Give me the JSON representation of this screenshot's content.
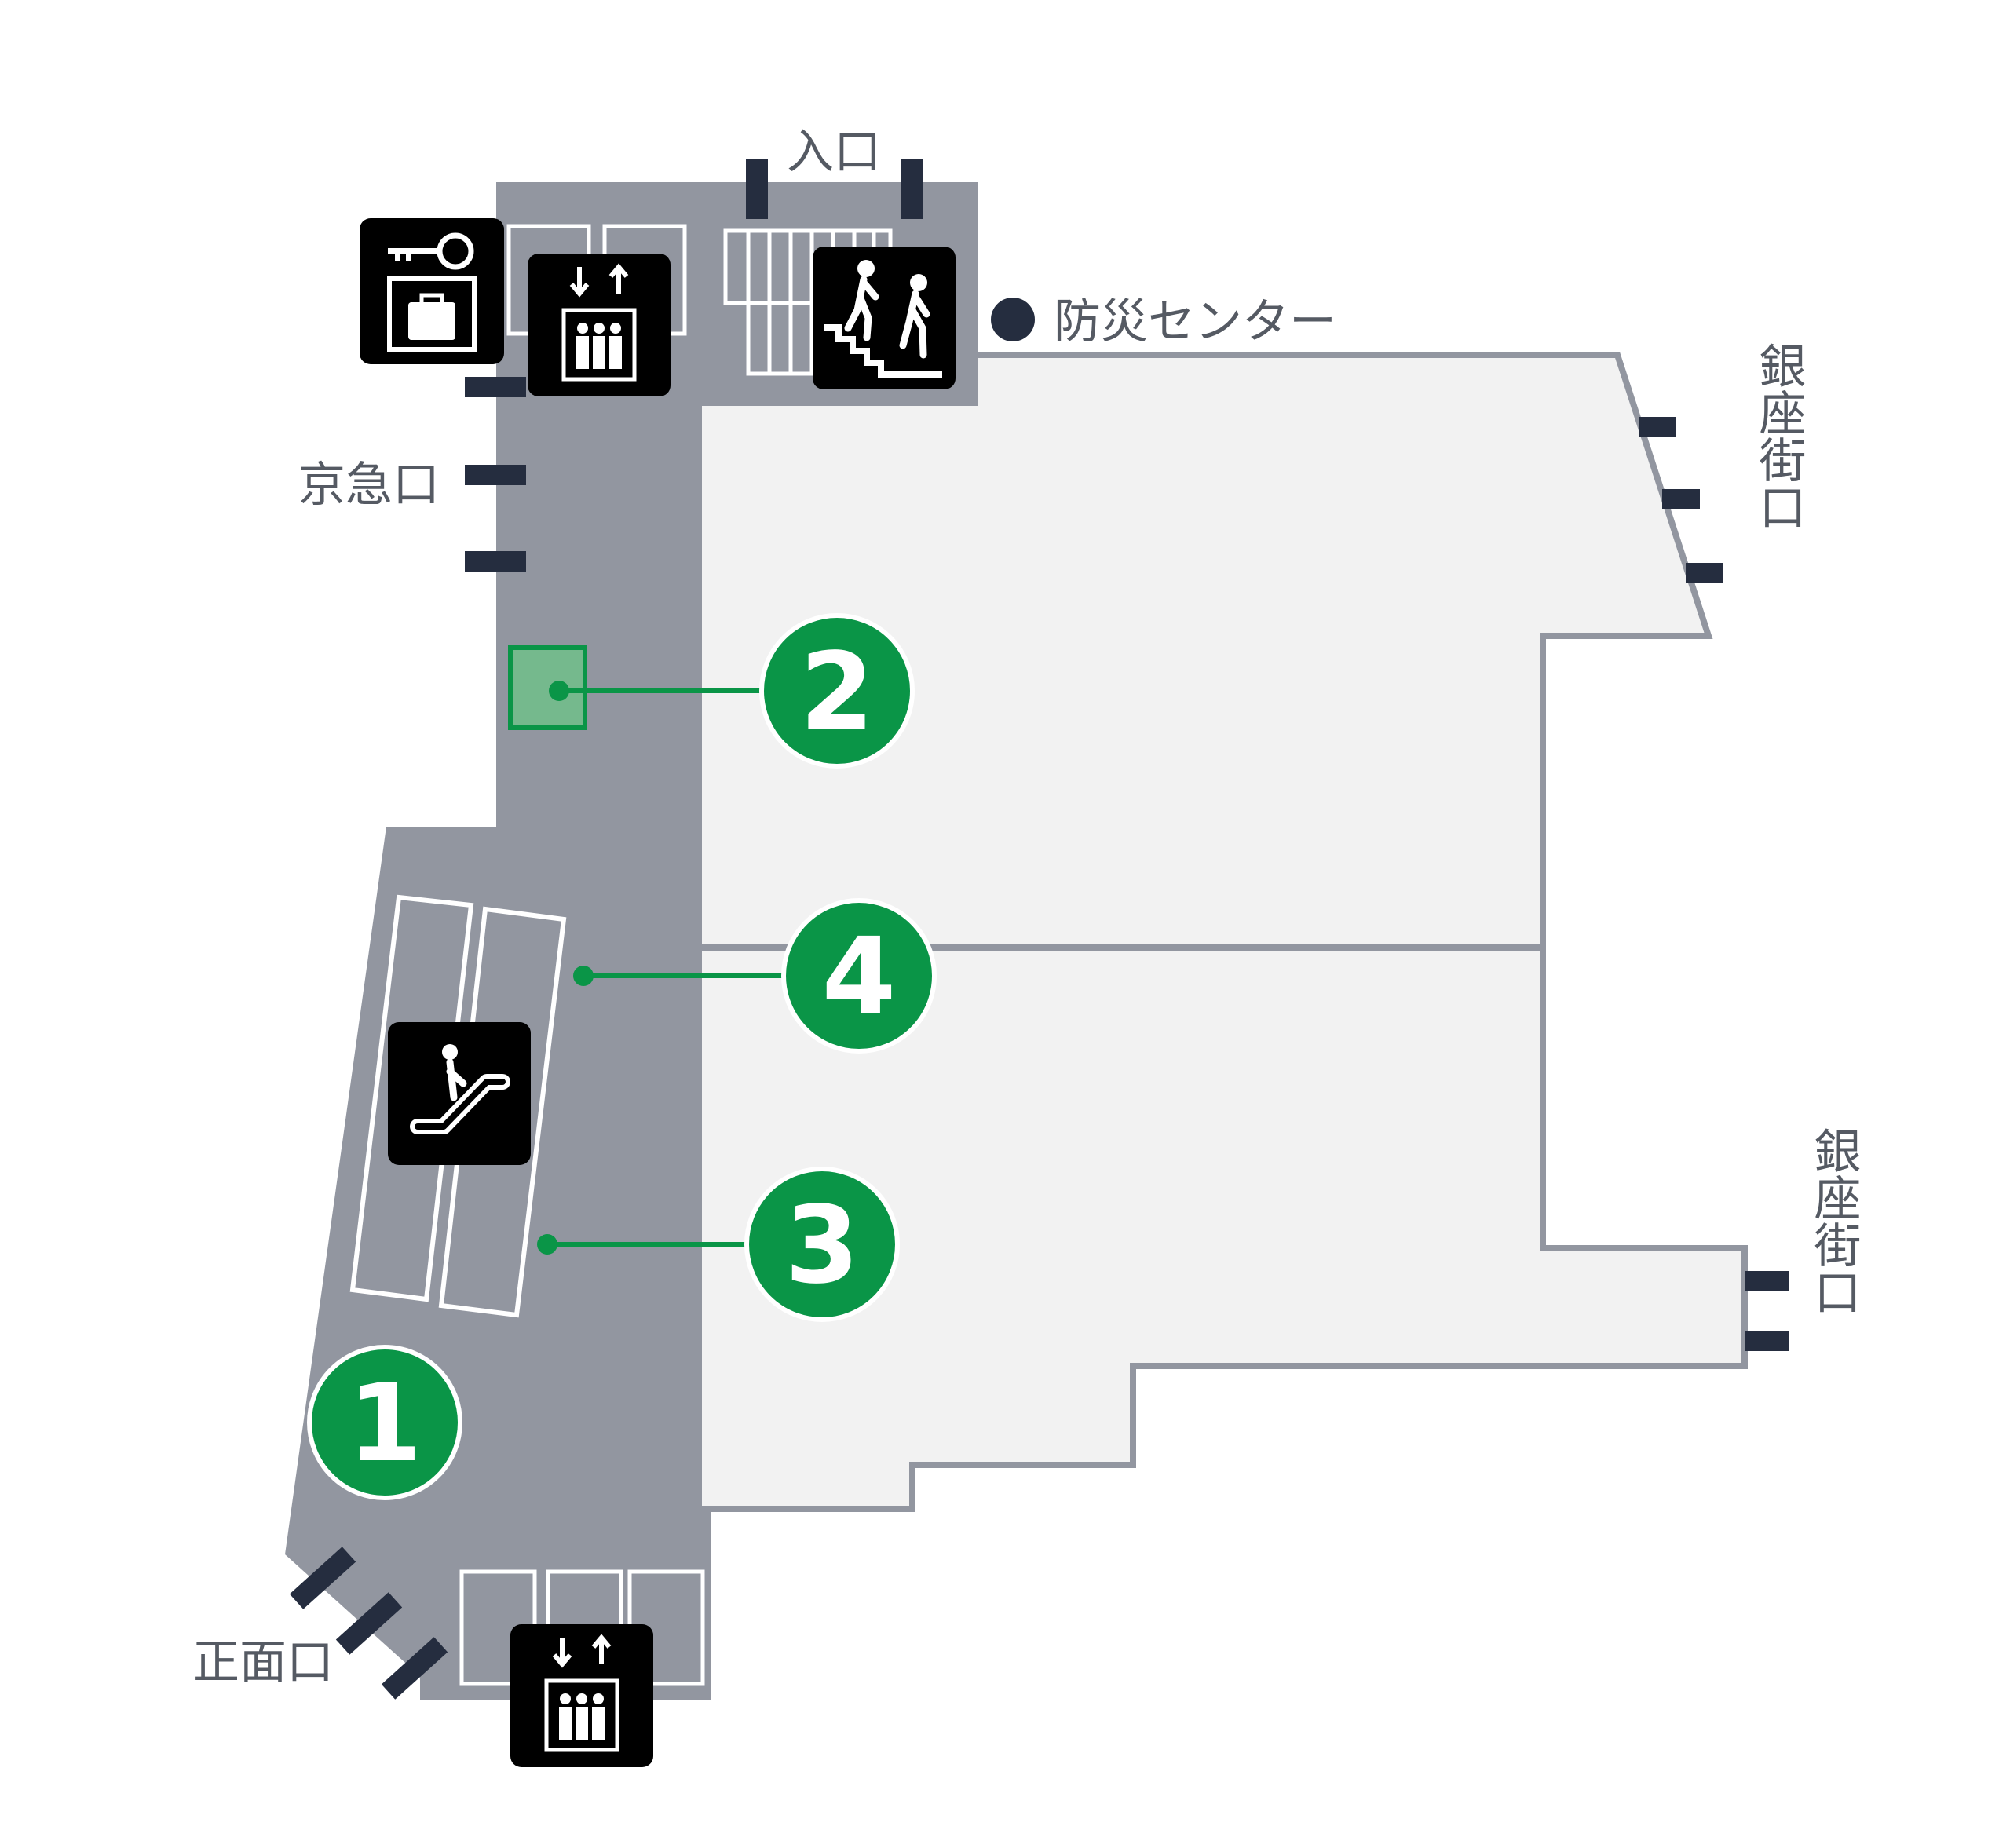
{
  "labels": {
    "entrance_top": "入口",
    "disaster_center": "防災センター",
    "keikyu_exit": "京急口",
    "ginza_exit_upper": "銀座街口",
    "ginza_exit_lower": "銀座街口",
    "front_exit": "正面口"
  },
  "markers": [
    {
      "id": "1",
      "label": "1"
    },
    {
      "id": "2",
      "label": "2"
    },
    {
      "id": "3",
      "label": "3"
    },
    {
      "id": "4",
      "label": "4"
    }
  ],
  "icons": [
    "coin-locker-icon",
    "elevator-icon",
    "stairs-icon",
    "escalator-icon",
    "elevator-icon"
  ],
  "colors": {
    "corridor": "#9296a0",
    "room_fill": "#f2f2f2",
    "room_outline": "#9296a0",
    "door": "#252d3f",
    "marker_green": "#0a9547",
    "icon_bg": "#000000"
  }
}
